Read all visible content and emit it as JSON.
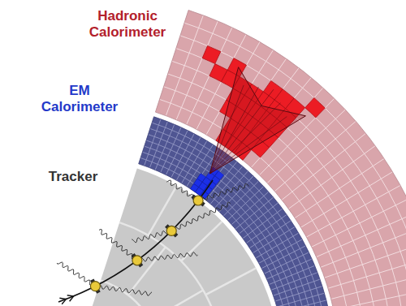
{
  "diagram": {
    "labels": [
      "Hadronic Calorimeter",
      "EM Calorimeter",
      "Tracker"
    ]
  }
}
